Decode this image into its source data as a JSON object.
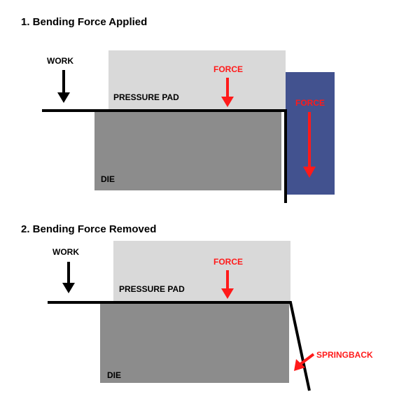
{
  "colors": {
    "pad": "#d9d9d9",
    "die": "#8c8c8c",
    "punch": "#42528f",
    "force": "#ff1a1a",
    "line": "#000000"
  },
  "panel1": {
    "title": "1. Bending Force Applied",
    "work_label": "WORK",
    "pad_label": "PRESSURE PAD",
    "pad_force_label": "FORCE",
    "punch_force_label": "FORCE",
    "die_label": "DIE"
  },
  "panel2": {
    "title": "2. Bending Force Removed",
    "work_label": "WORK",
    "pad_label": "PRESSURE PAD",
    "pad_force_label": "FORCE",
    "die_label": "DIE",
    "springback_label": "SPRINGBACK"
  },
  "icons": {
    "work_arrow": "arrow-down-icon",
    "force_arrow": "arrow-down-icon",
    "springback_arrow": "arrow-down-left-icon"
  }
}
